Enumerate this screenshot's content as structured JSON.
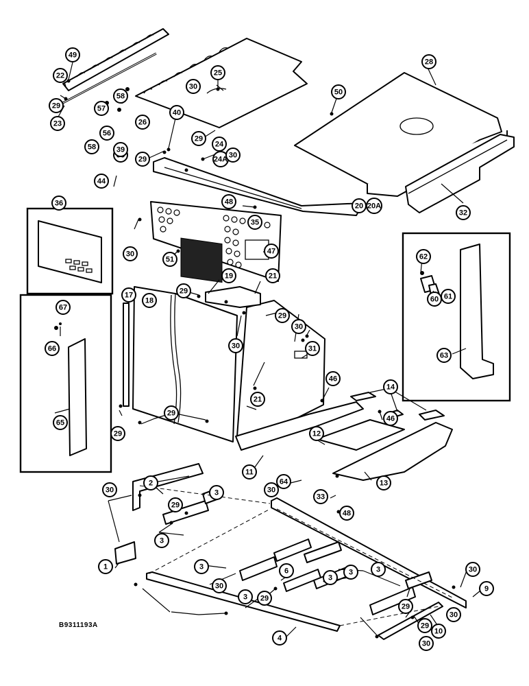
{
  "figure_id": "B9311193A",
  "callouts": [
    {
      "label": "49"
    },
    {
      "label": "22"
    },
    {
      "label": "29"
    },
    {
      "label": "23"
    },
    {
      "label": "57"
    },
    {
      "label": "58"
    },
    {
      "label": "26"
    },
    {
      "label": "56"
    },
    {
      "label": "58"
    },
    {
      "label": "55"
    },
    {
      "label": "30"
    },
    {
      "label": "25"
    },
    {
      "label": "29"
    },
    {
      "label": "24"
    },
    {
      "label": "24A"
    },
    {
      "label": "28"
    },
    {
      "label": "50"
    },
    {
      "label": "40"
    },
    {
      "label": "30"
    },
    {
      "label": "39"
    },
    {
      "label": "44"
    },
    {
      "label": "29"
    },
    {
      "label": "48"
    },
    {
      "label": "35"
    },
    {
      "label": "20"
    },
    {
      "label": "20A"
    },
    {
      "label": "32"
    },
    {
      "label": "36"
    },
    {
      "label": "30"
    },
    {
      "label": "47"
    },
    {
      "label": "51"
    },
    {
      "label": "17"
    },
    {
      "label": "18"
    },
    {
      "label": "19"
    },
    {
      "label": "21"
    },
    {
      "label": "29"
    },
    {
      "label": "29"
    },
    {
      "label": "30"
    },
    {
      "label": "30"
    },
    {
      "label": "31"
    },
    {
      "label": "62"
    },
    {
      "label": "60"
    },
    {
      "label": "61"
    },
    {
      "label": "63"
    },
    {
      "label": "67"
    },
    {
      "label": "66"
    },
    {
      "label": "65"
    },
    {
      "label": "29"
    },
    {
      "label": "29"
    },
    {
      "label": "21"
    },
    {
      "label": "46"
    },
    {
      "label": "14"
    },
    {
      "label": "46"
    },
    {
      "label": "12"
    },
    {
      "label": "11"
    },
    {
      "label": "13"
    },
    {
      "label": "64"
    },
    {
      "label": "33"
    },
    {
      "label": "48"
    },
    {
      "label": "30"
    },
    {
      "label": "2"
    },
    {
      "label": "30"
    },
    {
      "label": "3"
    },
    {
      "label": "29"
    },
    {
      "label": "3"
    },
    {
      "label": "30"
    },
    {
      "label": "30"
    },
    {
      "label": "9"
    },
    {
      "label": "1"
    },
    {
      "label": "3"
    },
    {
      "label": "3"
    },
    {
      "label": "6"
    },
    {
      "label": "29"
    },
    {
      "label": "3"
    },
    {
      "label": "3"
    },
    {
      "label": "3"
    },
    {
      "label": "29"
    },
    {
      "label": "30"
    },
    {
      "label": "29"
    },
    {
      "label": "4"
    },
    {
      "label": "10"
    },
    {
      "label": "30"
    }
  ]
}
